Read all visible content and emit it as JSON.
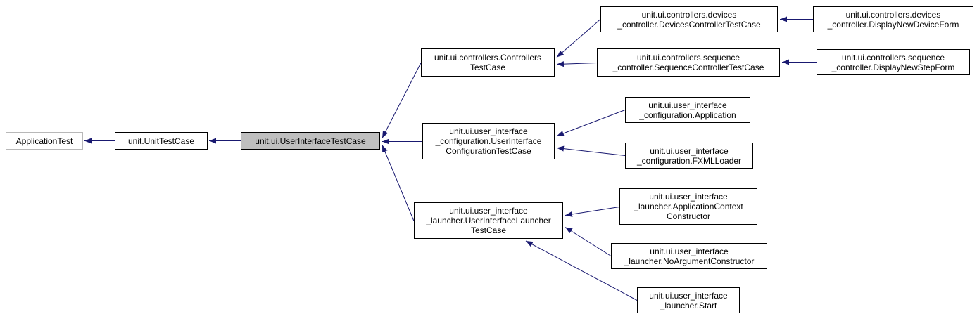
{
  "diagram": {
    "type": "inheritance-graph",
    "colors": {
      "background": "#ffffff",
      "node_fill": "#ffffff",
      "node_border": "#000000",
      "text": "#000000",
      "arrow": "#191970",
      "highlight_fill": "#bfbfbf",
      "external_border": "#b8b8b8"
    },
    "nodes": [
      {
        "id": "application-test",
        "type": "external",
        "lines": [
          "ApplicationTest"
        ]
      },
      {
        "id": "unit-test-case",
        "type": "normal",
        "lines": [
          "unit.UnitTestCase"
        ]
      },
      {
        "id": "user-interface-test-case",
        "type": "highlighted",
        "lines": [
          "unit.ui.UserInterfaceTestCase"
        ]
      },
      {
        "id": "controllers-test-case",
        "type": "normal",
        "lines": [
          "unit.ui.controllers.Controllers",
          "TestCase"
        ]
      },
      {
        "id": "ui-config-test-case",
        "type": "normal",
        "lines": [
          "unit.ui.user_interface",
          "_configuration.UserInterface",
          "ConfigurationTestCase"
        ]
      },
      {
        "id": "ui-launcher-test-case",
        "type": "normal",
        "lines": [
          "unit.ui.user_interface",
          "_launcher.UserInterfaceLauncher",
          "TestCase"
        ]
      },
      {
        "id": "devices-controller-test-case",
        "type": "normal",
        "lines": [
          "unit.ui.controllers.devices",
          "_controller.DevicesControllerTestCase"
        ]
      },
      {
        "id": "sequence-controller-test-case",
        "type": "normal",
        "lines": [
          "unit.ui.controllers.sequence",
          "_controller.SequenceControllerTestCase"
        ]
      },
      {
        "id": "display-new-device-form",
        "type": "normal",
        "lines": [
          "unit.ui.controllers.devices",
          "_controller.DisplayNewDeviceForm"
        ]
      },
      {
        "id": "display-new-step-form",
        "type": "normal",
        "lines": [
          "unit.ui.controllers.sequence",
          "_controller.DisplayNewStepForm"
        ]
      },
      {
        "id": "application",
        "type": "normal",
        "lines": [
          "unit.ui.user_interface",
          "_configuration.Application"
        ]
      },
      {
        "id": "fxml-loader",
        "type": "normal",
        "lines": [
          "unit.ui.user_interface",
          "_configuration.FXMLLoader"
        ]
      },
      {
        "id": "application-context-constructor",
        "type": "normal",
        "lines": [
          "unit.ui.user_interface",
          "_launcher.ApplicationContext",
          "Constructor"
        ]
      },
      {
        "id": "no-argument-constructor",
        "type": "normal",
        "lines": [
          "unit.ui.user_interface",
          "_launcher.NoArgumentConstructor"
        ]
      },
      {
        "id": "start",
        "type": "normal",
        "lines": [
          "unit.ui.user_interface",
          "_launcher.Start"
        ]
      }
    ],
    "edges": [
      {
        "from": "unit-test-case",
        "to": "application-test"
      },
      {
        "from": "user-interface-test-case",
        "to": "unit-test-case"
      },
      {
        "from": "controllers-test-case",
        "to": "user-interface-test-case"
      },
      {
        "from": "ui-config-test-case",
        "to": "user-interface-test-case"
      },
      {
        "from": "ui-launcher-test-case",
        "to": "user-interface-test-case"
      },
      {
        "from": "devices-controller-test-case",
        "to": "controllers-test-case"
      },
      {
        "from": "sequence-controller-test-case",
        "to": "controllers-test-case"
      },
      {
        "from": "display-new-device-form",
        "to": "devices-controller-test-case"
      },
      {
        "from": "display-new-step-form",
        "to": "sequence-controller-test-case"
      },
      {
        "from": "application",
        "to": "ui-config-test-case"
      },
      {
        "from": "fxml-loader",
        "to": "ui-config-test-case"
      },
      {
        "from": "application-context-constructor",
        "to": "ui-launcher-test-case"
      },
      {
        "from": "no-argument-constructor",
        "to": "ui-launcher-test-case"
      },
      {
        "from": "start",
        "to": "ui-launcher-test-case"
      }
    ]
  }
}
